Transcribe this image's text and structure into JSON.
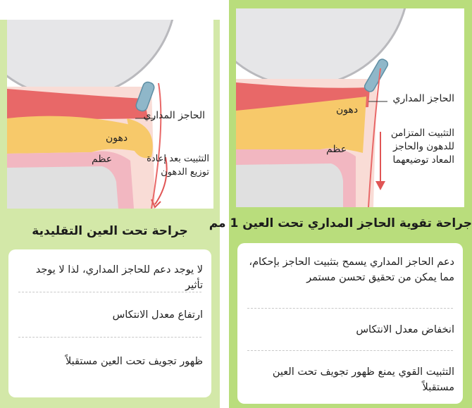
{
  "left": {
    "labels": {
      "septum": "الحاجز المداري",
      "fat": "دهون",
      "bone": "عظم",
      "fixation": "التثبيت بعد إعادة توزيع الدهون"
    },
    "title": "جراحة تحت العين التقليدية",
    "items": [
      "لا يوجد دعم للحاجز المداري، لذا لا يوجد تأثير",
      "ارتفاع معدل الانتكاس",
      "ظهور تجويف تحت العين مستقبلاً"
    ]
  },
  "right": {
    "labels": {
      "septum": "الحاجز المداري",
      "fat": "دهون",
      "bone": "عظم",
      "fixation": "التثبيت المتزامن للدهون والحاجز المعاد توضيعهما"
    },
    "title": "جراحة تقوية الحاجز المداري تحت العين 1 مم",
    "items": [
      "دعم الحاجز المداري يسمح بتثبيت الحاجز بإحكام، مما يمكن من تحقيق تحسن مستمر",
      "انخفاض معدل الانتكاس",
      "التثبيت القوي يمنع ظهور تجويف تحت العين مستقبلاً"
    ]
  },
  "colors": {
    "panel_left_bg": "#d3e8a8",
    "panel_right_bg": "#b9dd7c",
    "fat": "#f7c96a",
    "muscle": "#e86868",
    "bone": "#f2b7c1",
    "bone_inner": "#e0e0e0",
    "arrow": "#e05555"
  }
}
